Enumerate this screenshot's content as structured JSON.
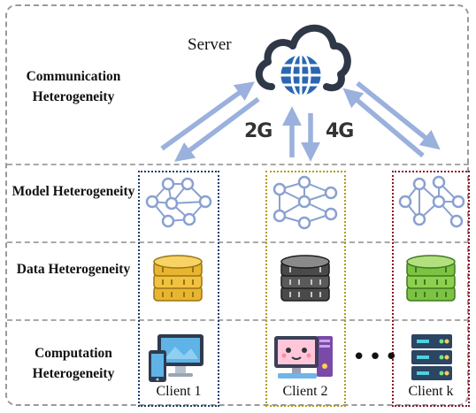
{
  "server": {
    "label": "Server"
  },
  "rows": [
    {
      "label": "Communication Heterogeneity"
    },
    {
      "label": "Model Heterogeneity"
    },
    {
      "label": "Data Heterogeneity"
    },
    {
      "label": "Computation Heterogeneity"
    }
  ],
  "network": {
    "left": "2G",
    "right": "4G"
  },
  "clients": [
    {
      "name": "Client 1",
      "color": "#1f3a6e",
      "db_color": "#e8b530"
    },
    {
      "name": "Client 2",
      "color": "#b59a18",
      "db_color": "#4a4a4a"
    },
    {
      "name": "Client k",
      "color": "#8a1528",
      "db_color": "#7cc243"
    }
  ],
  "ellipsis": "•••",
  "colors": {
    "arrow": "#9ab1dd",
    "network_icon": "#8aa1d0",
    "cloud_outline": "#2f3847",
    "globe": "#2b67b1"
  }
}
